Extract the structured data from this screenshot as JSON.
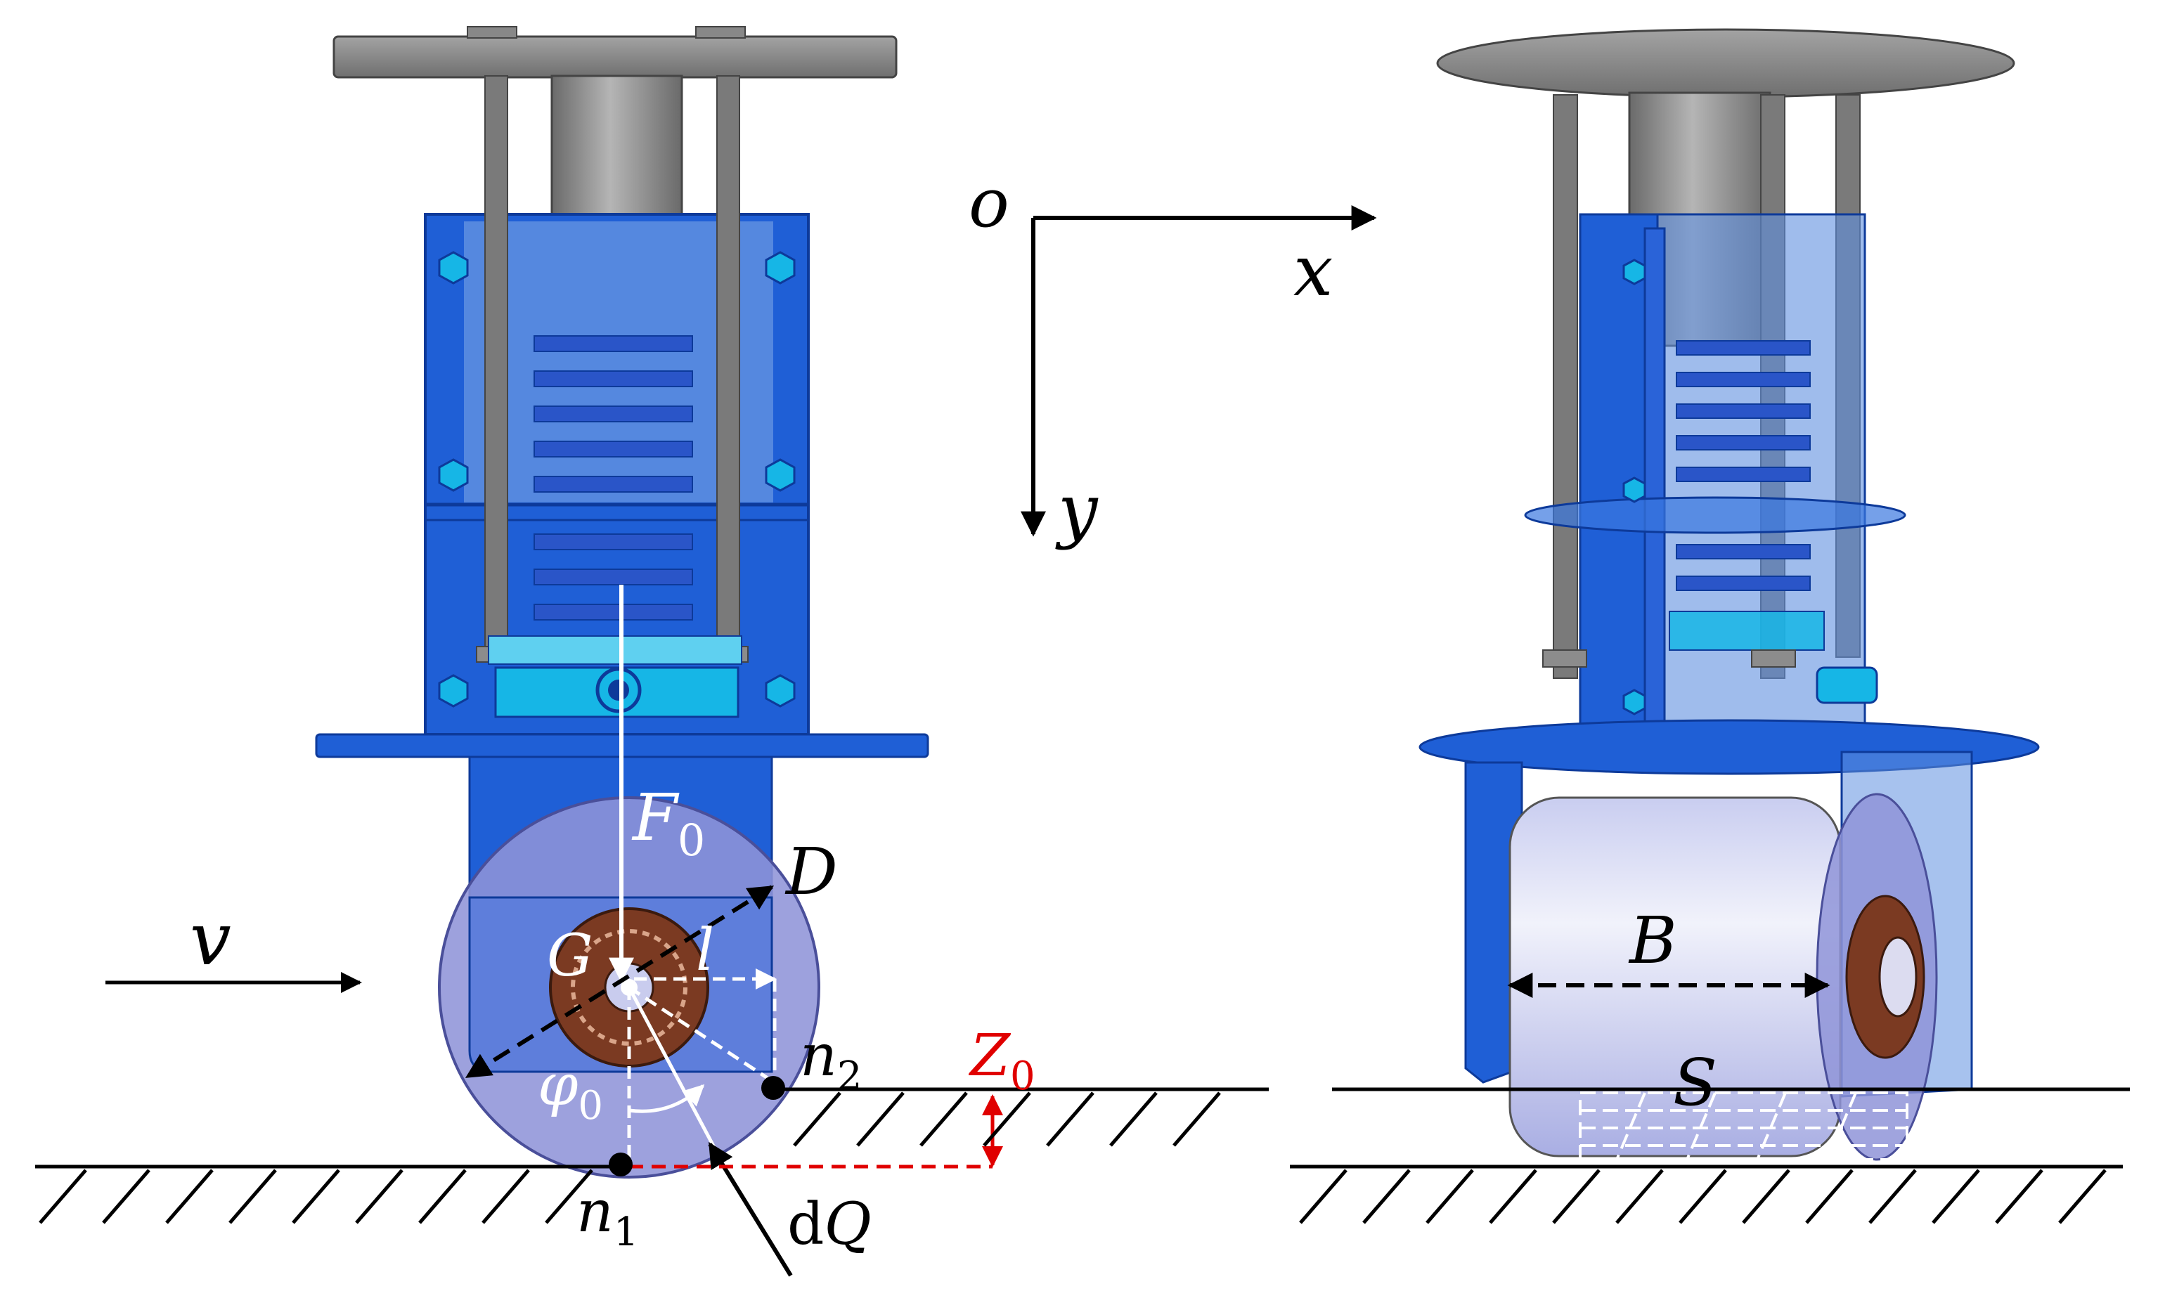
{
  "labels": {
    "origin": "o",
    "x_axis": "x",
    "y_axis": "y",
    "force_main": "F",
    "force_sub": "0",
    "diameter": "D",
    "velocity": "v",
    "center": "G",
    "lever": "l",
    "angle_main": "φ",
    "angle_sub": "0",
    "node1_main": "n",
    "node1_sub": "1",
    "node2_main": "n",
    "node2_sub": "2",
    "sink_main": "Z",
    "sink_sub": "0",
    "dq_prefix": "d",
    "dq_main": "Q",
    "width": "B",
    "area": "S"
  },
  "colors": {
    "frame_blue": "#1f5fd6",
    "frame_blue_dark": "#0d3a9a",
    "glass_blue": "#5f8fe0",
    "spring_blue": "#2a55c8",
    "cyan": "#16b6e6",
    "plate_gray": "#8c8c8c",
    "rod_gray": "#7a7a7a",
    "wheel_lavender": "#8f94d8",
    "roller_silver": "#d8dbf2",
    "bearing_brown": "#7b3a22",
    "sinkage_red": "#e00000",
    "ink": "#000000",
    "white": "#ffffff"
  },
  "icons": [
    "hex-bolt-icon",
    "bearing-icon",
    "arrow-icon"
  ]
}
